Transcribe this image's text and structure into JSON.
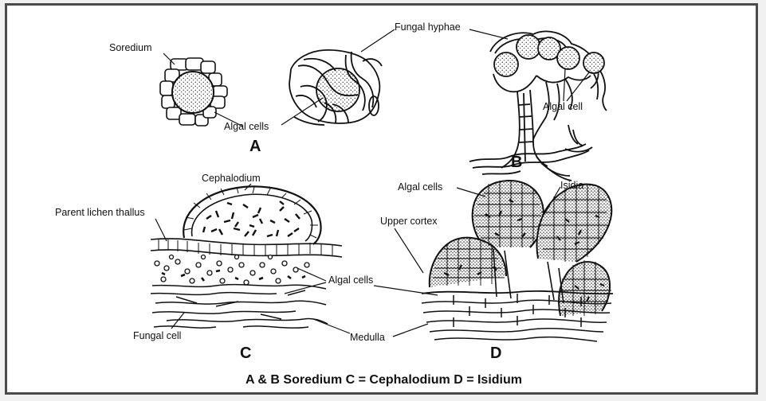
{
  "labels": {
    "soredium": "Soredium",
    "fungal_hyphae": "Fungal hyphae",
    "algal_cells_a": "Algal cells",
    "algal_cell_b": "Algal cell",
    "cephalodium": "Cephalodium",
    "parent_lichen_thallus": "Parent lichen thallus",
    "algal_cells_c": "Algal cells",
    "fungal_cell": "Fungal cell",
    "medulla": "Medulla",
    "algal_cells_d": "Algal cells",
    "isidia": "Isidia",
    "upper_cortex": "Upper cortex"
  },
  "panels": {
    "a": "A",
    "b": "B",
    "c": "C",
    "d": "D"
  },
  "caption": "A & B Soredium C = Cephalodium D = Isidium",
  "colors": {
    "ink": "#111111",
    "frame": "#4a4a4a",
    "background": "#ffffff"
  }
}
